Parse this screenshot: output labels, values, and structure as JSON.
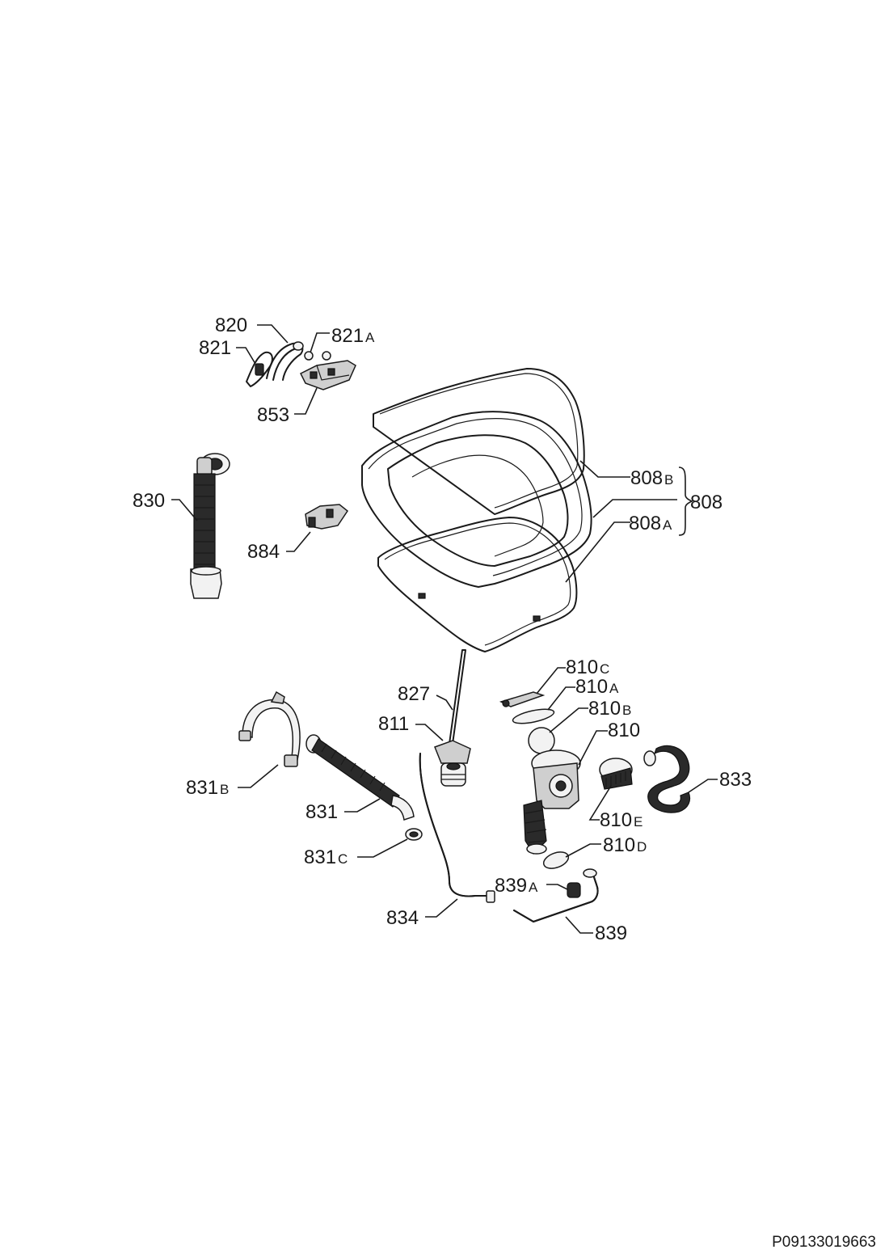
{
  "labels": {
    "p820": "820",
    "p821": "821",
    "p821a": {
      "num": "821",
      "suffix": "A"
    },
    "p853": "853",
    "p830": "830",
    "p884": "884",
    "p808b": {
      "num": "808",
      "suffix": "B"
    },
    "p808": "808",
    "p808a": {
      "num": "808",
      "suffix": "A"
    },
    "p827": "827",
    "p811": "811",
    "p810c": {
      "num": "810",
      "suffix": "C"
    },
    "p810a": {
      "num": "810",
      "suffix": "A"
    },
    "p810b": {
      "num": "810",
      "suffix": "B"
    },
    "p810": "810",
    "p833": "833",
    "p810e": {
      "num": "810",
      "suffix": "E"
    },
    "p810d": {
      "num": "810",
      "suffix": "D"
    },
    "p831b": {
      "num": "831",
      "suffix": "B"
    },
    "p831": "831",
    "p831c": {
      "num": "831",
      "suffix": "C"
    },
    "p839a": {
      "num": "839",
      "suffix": "A"
    },
    "p834": "834",
    "p839": "839"
  },
  "document_code": "P09133019663"
}
